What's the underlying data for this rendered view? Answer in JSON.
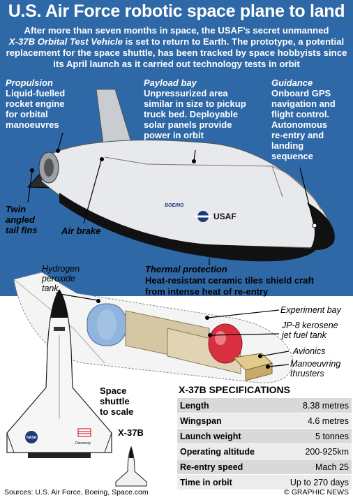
{
  "title": "U.S. Air Force robotic space plane to land",
  "lead": {
    "p1": "After more than seven months in space, the USAF’s secret unmanned",
    "p2": "X-37B Orbital Test Vehicle",
    "p3": "is set to return to Earth. The prototype, a potential replacement for the space shuttle, has been tracked by space hobbyists since its April launch as it carried out technology tests in orbit"
  },
  "labels": {
    "propulsion": {
      "head": "Propulsion",
      "body": [
        "Liquid-fuelled",
        "rocket engine",
        "for orbital",
        "manoeuvres"
      ]
    },
    "payload": {
      "head": "Payload bay",
      "body": [
        "Unpressurized area",
        "similar in size to pickup",
        "truck bed. Deployable",
        "solar panels provide",
        "power in orbit"
      ]
    },
    "guidance": {
      "head": "Guidance",
      "body": [
        "Onboard GPS",
        "navigation and",
        "flight control.",
        "Autonomous",
        "re-entry and",
        "landing",
        "sequence"
      ]
    },
    "twin_fins": [
      "Twin",
      "angled",
      "tail fins"
    ],
    "air_brake": "Air brake",
    "thermal": {
      "head": "Thermal protection",
      "body": [
        "Heat-resistant ceramic tiles shield craft",
        "from intense heat of re-entry"
      ]
    },
    "hydrogen": [
      "Hydrogen",
      "peroxide",
      "tank"
    ],
    "experiment_bay": "Experiment bay",
    "jp8": [
      "JP-8 kerosene",
      "jet fuel tank"
    ],
    "avionics": "Avionics",
    "thrusters": [
      "Manoeuvring",
      "thrusters"
    ],
    "shuttle_scale": [
      "Space",
      "shuttle",
      "to scale"
    ],
    "x37b": "X-37B"
  },
  "markings": {
    "boeing": "BOEING",
    "usaf": "USAF",
    "discovery": "Discovery",
    "nasa": "NASA"
  },
  "specs": {
    "title": "X-37B SPECIFICATIONS",
    "rows": [
      {
        "k": "Length",
        "v": "8.38 metres"
      },
      {
        "k": "Wingspan",
        "v": "4.6 metres"
      },
      {
        "k": "Launch weight",
        "v": "5 tonnes"
      },
      {
        "k": "Operating altitude",
        "v": "200-925km"
      },
      {
        "k": "Re-entry speed",
        "v": "Mach 25"
      },
      {
        "k": "Time in orbit",
        "v": "Up to 270 days"
      }
    ]
  },
  "footer": {
    "sources": "Sources: U.S. Air Force, Boeing, Space.com",
    "credit": "© GRAPHIC NEWS"
  },
  "colors": {
    "header_blue": "#2e68a6",
    "tank_blue": "#8fb4dd",
    "tank_red": "#d9303f",
    "fuel_tan": "#d6c7a4"
  }
}
